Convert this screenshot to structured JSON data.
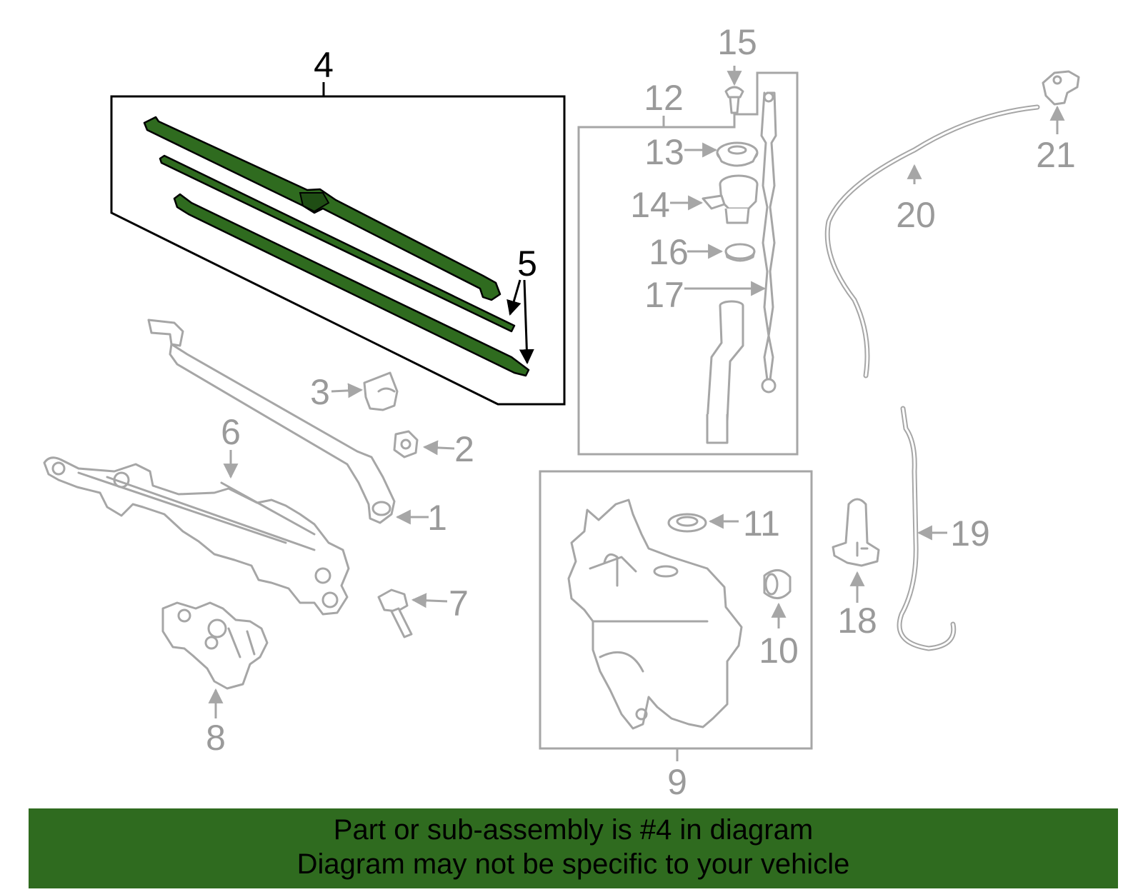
{
  "banner": {
    "line1": "Part or sub-assembly is #4 in diagram",
    "line2": "Diagram may not be specific to your vehicle",
    "color": "#2f6b1f"
  },
  "diagram": {
    "highlight_color": "#2f6b1f",
    "part_color": "#a6a6a6",
    "callouts": {
      "c1": "1",
      "c2": "2",
      "c3": "3",
      "c4": "4",
      "c5": "5",
      "c6": "6",
      "c7": "7",
      "c8": "8",
      "c9": "9",
      "c10": "10",
      "c11": "11",
      "c12": "12",
      "c13": "13",
      "c14": "14",
      "c15": "15",
      "c16": "16",
      "c17": "17",
      "c18": "18",
      "c19": "19",
      "c20": "20",
      "c21": "21"
    }
  }
}
